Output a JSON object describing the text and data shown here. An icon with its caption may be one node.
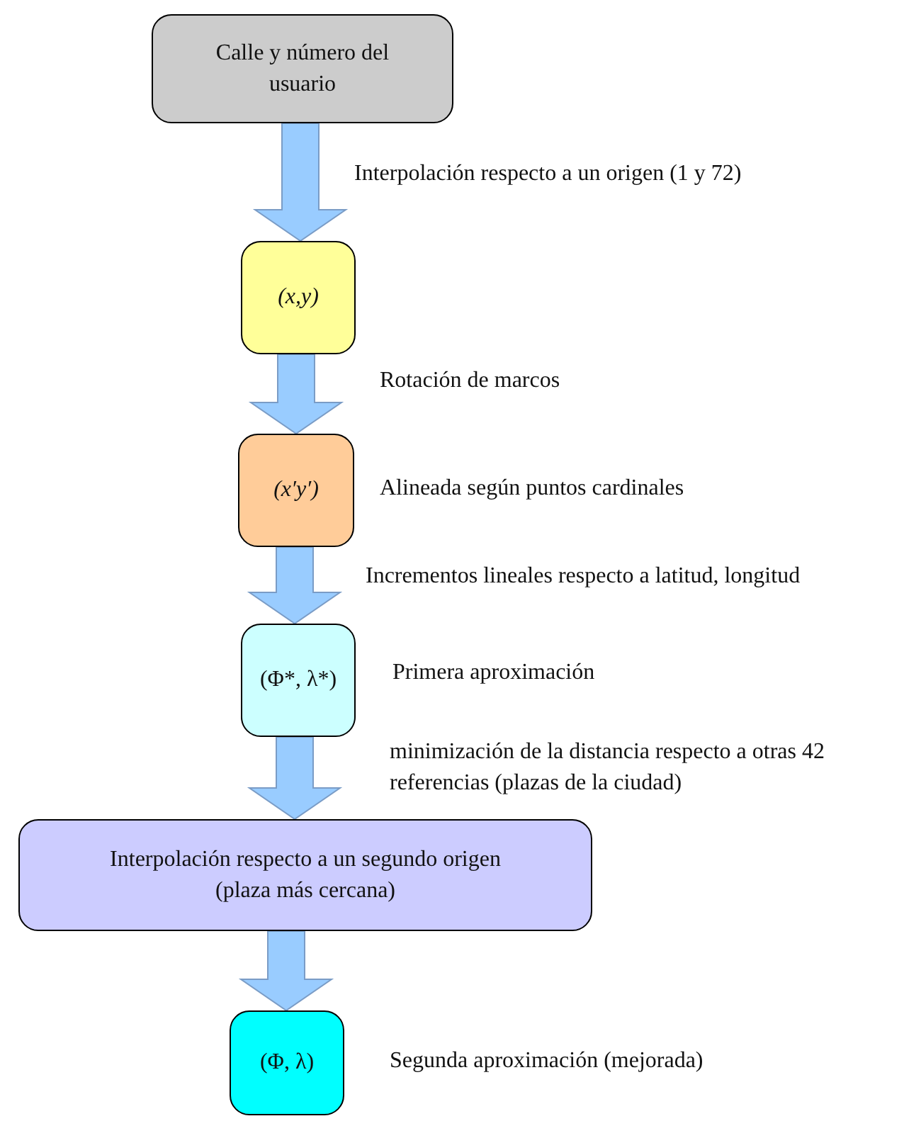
{
  "diagram": {
    "nodes": [
      {
        "text": [
          "Calle y número del usuario"
        ]
      },
      {
        "text": [
          "(x,y)"
        ]
      },
      {
        "text": [
          "(x′y′)"
        ],
        "beside": [
          "Alineada según puntos cardinales"
        ]
      },
      {
        "text": [
          "(Φ*, λ*)"
        ],
        "beside": [
          "Primera aproximación"
        ]
      },
      {
        "text": [
          "Interpolación respecto a un segundo origen (plaza más cercana)"
        ]
      },
      {
        "text": [
          "(Φ, λ)"
        ],
        "beside": [
          "Segunda aproximación (mejorada)"
        ]
      }
    ],
    "edges": [
      {
        "from": 0,
        "to": 1,
        "arrow": "to",
        "label": "Interpolación respecto a un origen (1 y 72)"
      },
      {
        "from": 1,
        "to": 2,
        "arrow": "to",
        "label": "Rotación de marcos"
      },
      {
        "from": 2,
        "to": 3,
        "arrow": "to",
        "label": "Incrementos lineales respecto a latitud, longitud"
      },
      {
        "from": 3,
        "to": 4,
        "arrow": "to",
        "label": "minimización de la distancia respecto a otras 42 referencias (plazas de la ciudad)"
      },
      {
        "from": 4,
        "to": 5,
        "arrow": "to"
      }
    ]
  }
}
